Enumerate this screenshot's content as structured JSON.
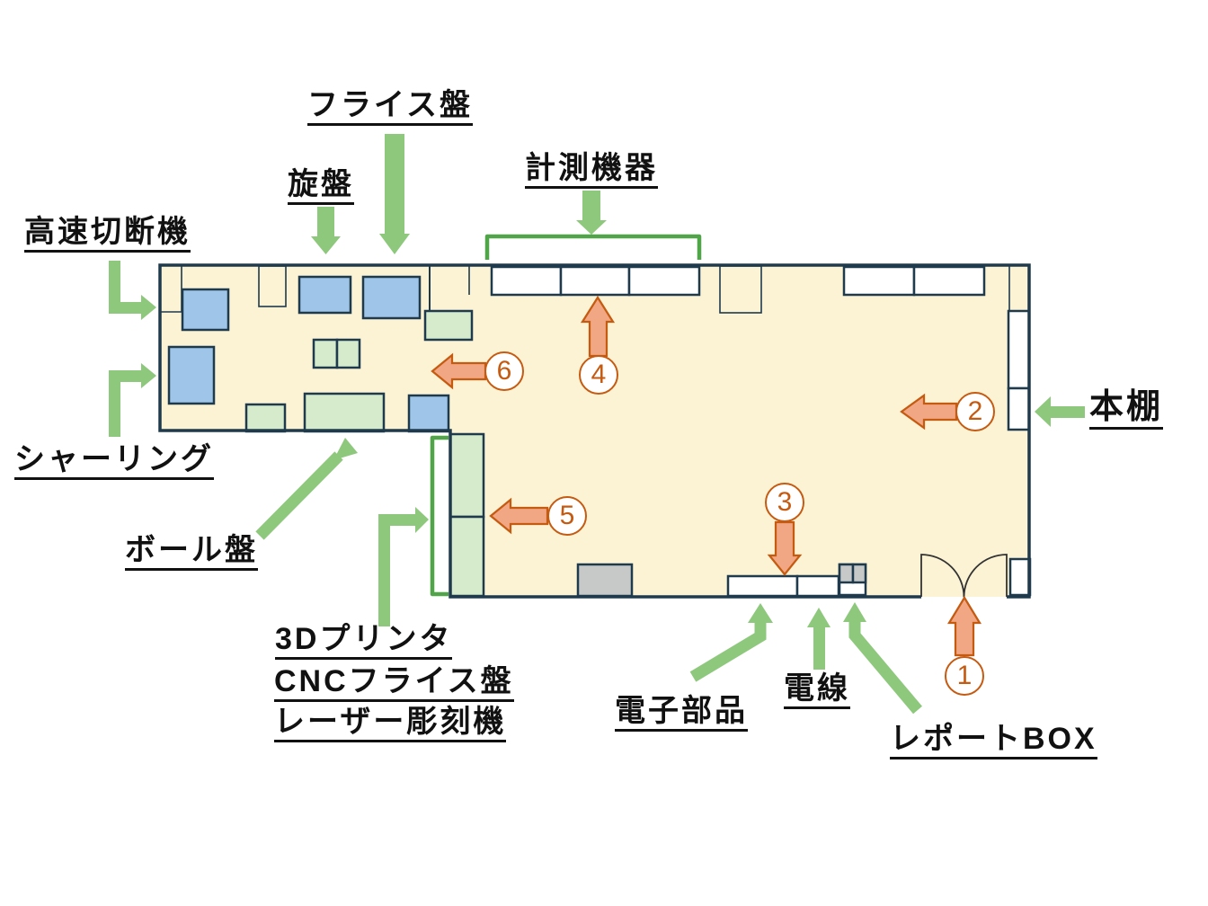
{
  "labels": {
    "milling": "フライス盤",
    "lathe": "旋盤",
    "measuring": "計測機器",
    "cutter": "高速切断機",
    "shearing": "シャーリング",
    "drill": "ボール盤",
    "printer3d": "3Dプリンタ",
    "cnc": "CNCフライス盤",
    "laser": "レーザー彫刻機",
    "electronics": "電子部品",
    "wire": "電線",
    "reportbox": "レポートBOX",
    "bookshelf": "本棚"
  },
  "markers": {
    "m1": "1",
    "m2": "2",
    "m3": "3",
    "m4": "4",
    "m5": "5",
    "m6": "6"
  },
  "colors": {
    "floor": "#FCF3D5",
    "wall": "#1E3A4C",
    "blue": "#9FC5E8",
    "green": "#D5EBCC",
    "gray": "#C7C9C8",
    "white": "#FFFFFF",
    "anno": "#8DC87C",
    "bracket": "#4FA548",
    "orangeFill": "#F1A783",
    "orangeLine": "#C55A11",
    "labelColor": "#111111"
  }
}
